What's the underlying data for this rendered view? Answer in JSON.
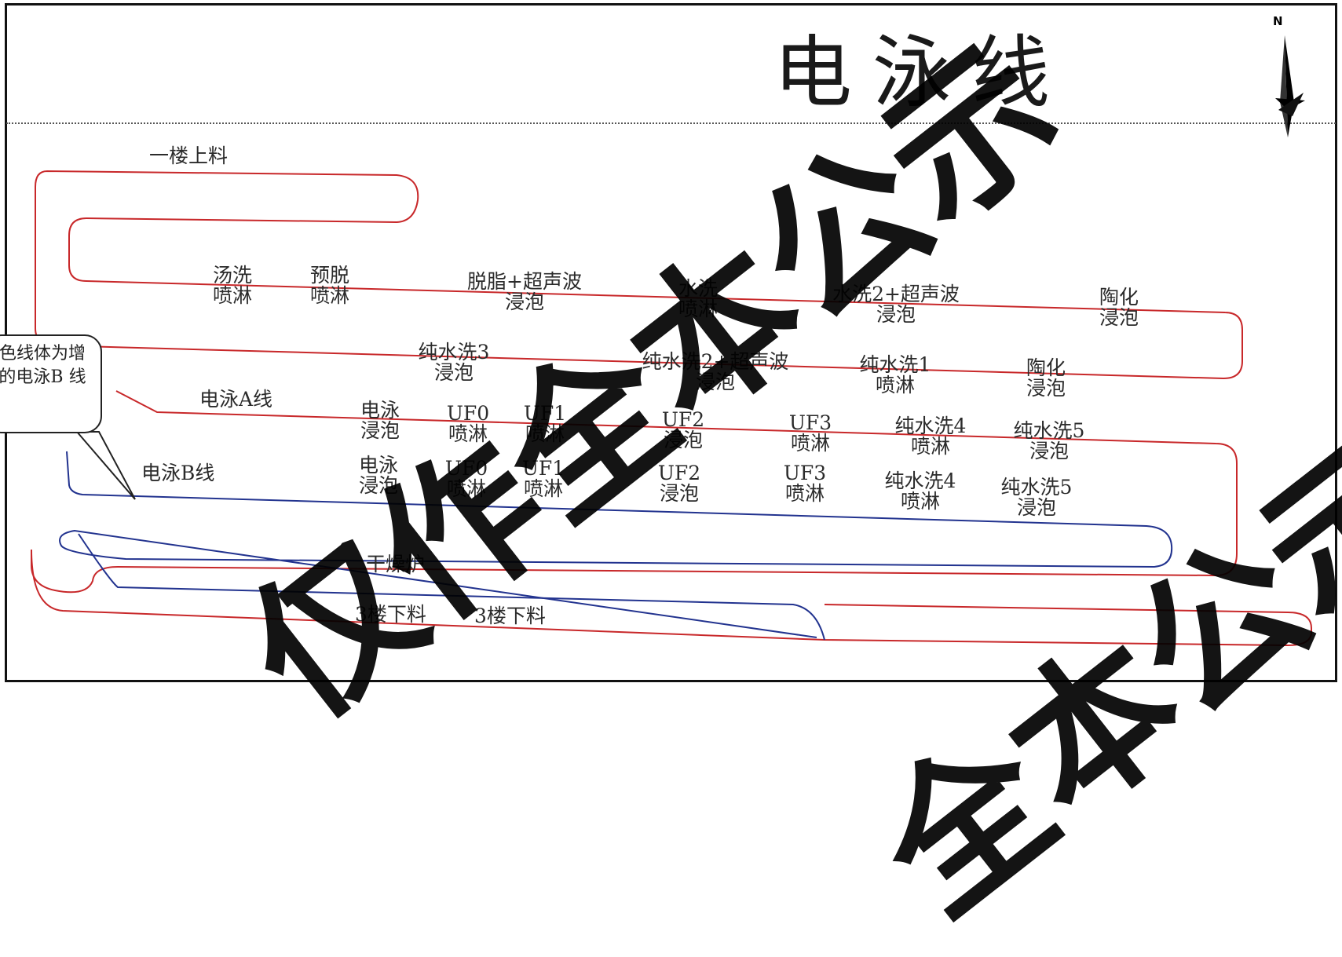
{
  "title": "电泳线",
  "compass": {
    "north_label": "N"
  },
  "callout": {
    "text": "色线体为增的电泳B 线"
  },
  "labels": {
    "first_floor_loading": "一楼上料",
    "line_a": "电泳A线",
    "line_b": "电泳B线",
    "dryer": "干燥炉",
    "unload_1": "3楼下料",
    "unload_2": "3楼下料"
  },
  "stations_row1": [
    {
      "l1": "汤洗",
      "l2": "喷淋"
    },
    {
      "l1": "预脱",
      "l2": "喷淋"
    },
    {
      "l1": "脱脂+超声波",
      "l2": "浸泡"
    },
    {
      "l1": "水洗",
      "l2": "喷淋"
    },
    {
      "l1": "水洗2+超声波",
      "l2": "浸泡"
    },
    {
      "l1": "陶化",
      "l2": "浸泡"
    }
  ],
  "stations_row2": [
    {
      "l1": "纯水洗3",
      "l2": "浸泡"
    },
    {
      "l1": "纯水洗2+超声波",
      "l2": "浸泡"
    },
    {
      "l1": "纯水洗1",
      "l2": "喷淋"
    },
    {
      "l1": "陶化",
      "l2": "浸泡"
    }
  ],
  "stations_row3": [
    {
      "l1": "电泳",
      "l2": "浸泡"
    },
    {
      "l1": "UF0",
      "l2": "喷淋"
    },
    {
      "l1": "UF1",
      "l2": "喷淋"
    },
    {
      "l1": "UF2",
      "l2": "浸泡"
    },
    {
      "l1": "UF3",
      "l2": "喷淋"
    },
    {
      "l1": "纯水洗4",
      "l2": "喷淋"
    },
    {
      "l1": "纯水洗5",
      "l2": "浸泡"
    }
  ],
  "stations_row4": [
    {
      "l1": "电泳",
      "l2": "浸泡"
    },
    {
      "l1": "UF0",
      "l2": "喷淋"
    },
    {
      "l1": "UF1",
      "l2": "喷淋"
    },
    {
      "l1": "UF2",
      "l2": "浸泡"
    },
    {
      "l1": "UF3",
      "l2": "喷淋"
    },
    {
      "l1": "纯水洗4",
      "l2": "喷淋"
    },
    {
      "l1": "纯水洗5",
      "l2": "浸泡"
    }
  ],
  "watermarks": [
    "仅作全本公示",
    "全本公示"
  ],
  "colors": {
    "line_a": "#c8282a",
    "line_b": "#22338f",
    "text": "#2b2b2b"
  }
}
